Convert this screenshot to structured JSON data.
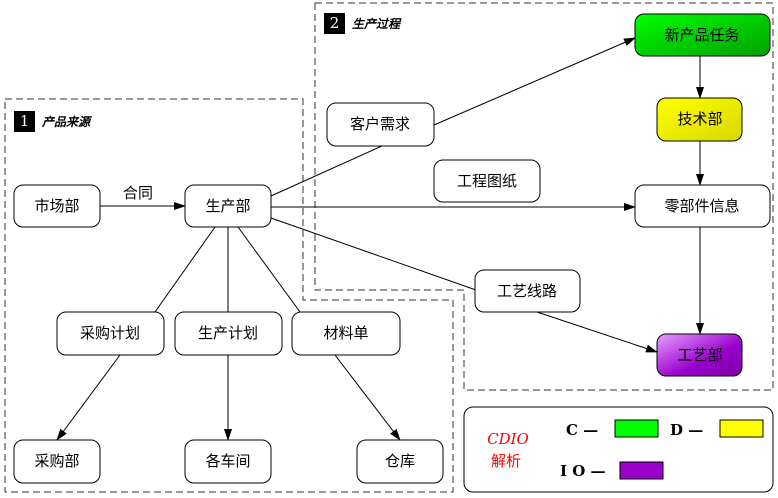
{
  "sections": [
    {
      "number": "1",
      "title": "产品来源"
    },
    {
      "number": "2",
      "title": "生产过程"
    }
  ],
  "nodes": {
    "market": "市场部",
    "production": "生产部",
    "customer_demand": "客户需求",
    "engineering_drawing": "工程图纸",
    "new_product_task": "新产品任务",
    "tech_dept": "技术部",
    "parts_info": "零部件信息",
    "process_route": "工艺线路",
    "process_dept": "工艺部",
    "purchase_plan": "采购计划",
    "production_plan": "生产计划",
    "material_list": "材料单",
    "purchase_dept": "采购部",
    "workshops": "各车间",
    "warehouse": "仓库"
  },
  "edge_labels": {
    "contract": "合同"
  },
  "legend": {
    "title_line1": "CDIO",
    "title_line2": "解析",
    "items": [
      {
        "label": "C —",
        "color": "#00ff00"
      },
      {
        "label": "D —",
        "color": "#ffff00"
      },
      {
        "label": "I O —",
        "color": "#9900cc"
      }
    ]
  },
  "colors": {
    "green": "#00ff00",
    "yellow": "#ffff00",
    "purple": "#9900cc",
    "legend_title": "#ff0000"
  }
}
